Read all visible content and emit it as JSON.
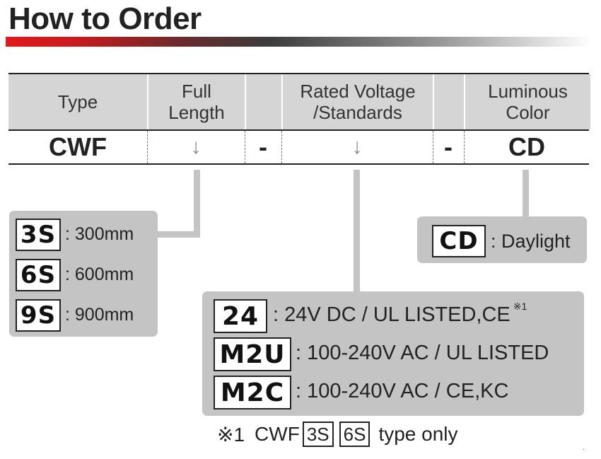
{
  "heading": {
    "title": "How to Order",
    "bar_colors": [
      "#e0191c",
      "#3c3c3c",
      "#ffffff"
    ]
  },
  "table": {
    "headers": {
      "type": "Type",
      "full_length": [
        "Full",
        "Length"
      ],
      "rated_voltage": [
        "Rated Voltage",
        "/Standards"
      ],
      "luminous_color": [
        "Luminous",
        "Color"
      ]
    },
    "values": {
      "type": "CWF",
      "full_length": "↓",
      "dash1": "-",
      "rated_voltage": "↓",
      "dash2": "-",
      "luminous_color": "CD"
    }
  },
  "length_options": [
    {
      "code": "3S",
      "desc": ": 300mm"
    },
    {
      "code": "6S",
      "desc": ": 600mm"
    },
    {
      "code": "9S",
      "desc": ": 900mm"
    }
  ],
  "color_options": [
    {
      "code": "CD",
      "desc": ": Daylight"
    }
  ],
  "voltage_options": [
    {
      "code": "24",
      "desc": ": 24V DC / UL LISTED,CE",
      "note": "※1"
    },
    {
      "code": "M2U",
      "desc": ": 100-240V AC / UL LISTED"
    },
    {
      "code": "M2C",
      "desc": ": 100-240V AC / CE,KC"
    }
  ],
  "footnote": {
    "mark": "※1",
    "model": "CWF",
    "codes": [
      "3S",
      "6S"
    ],
    "suffix": "type only"
  },
  "stray_dot": "."
}
